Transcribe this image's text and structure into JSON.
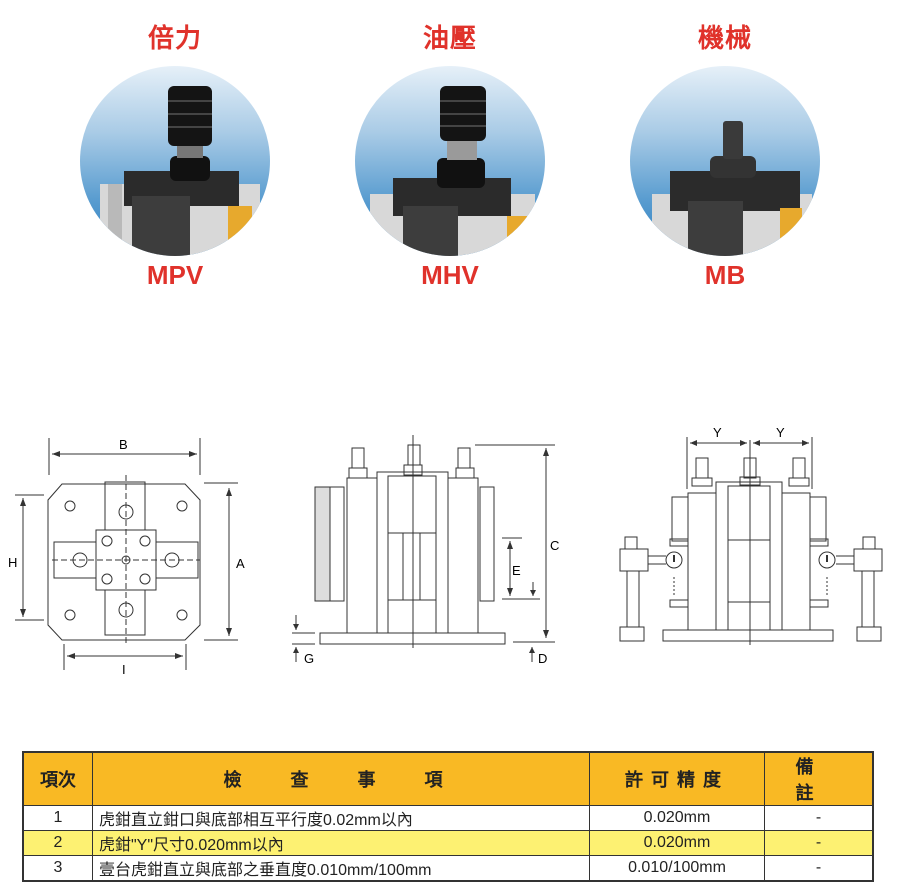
{
  "products": [
    {
      "type_cn": "倍力",
      "code": "MPV"
    },
    {
      "type_cn": "油壓",
      "code": "MHV"
    },
    {
      "type_cn": "機械",
      "code": "MB"
    }
  ],
  "drawings": {
    "top_view": {
      "labels": {
        "B": "B",
        "H": "H",
        "A": "A",
        "I": "I"
      }
    },
    "side_view": {
      "labels": {
        "C": "C",
        "E": "E",
        "G": "G",
        "D": "D"
      }
    },
    "inspection_view": {
      "labels": {
        "Y1": "Y",
        "Y2": "Y"
      }
    }
  },
  "table": {
    "headers": [
      "項次",
      "檢 查 事 項",
      "許可精度",
      "備 註"
    ],
    "rows": [
      {
        "no": "1",
        "item": "虎鉗直立鉗口與底部相互平行度0.02mm以內",
        "tolerance": "0.020mm",
        "note": "-",
        "highlight": false
      },
      {
        "no": "2",
        "item": "虎鉗\"Y\"尺寸0.020mm以內",
        "tolerance": "0.020mm",
        "note": "-",
        "highlight": true
      },
      {
        "no": "3",
        "item": "壹台虎鉗直立與底部之垂直度0.010mm/100mm",
        "tolerance": "0.010/100mm",
        "note": "-",
        "highlight": false
      }
    ]
  },
  "colors": {
    "title_red": "#e0322b",
    "header_orange": "#f9b924",
    "row_highlight": "#fdf172"
  }
}
